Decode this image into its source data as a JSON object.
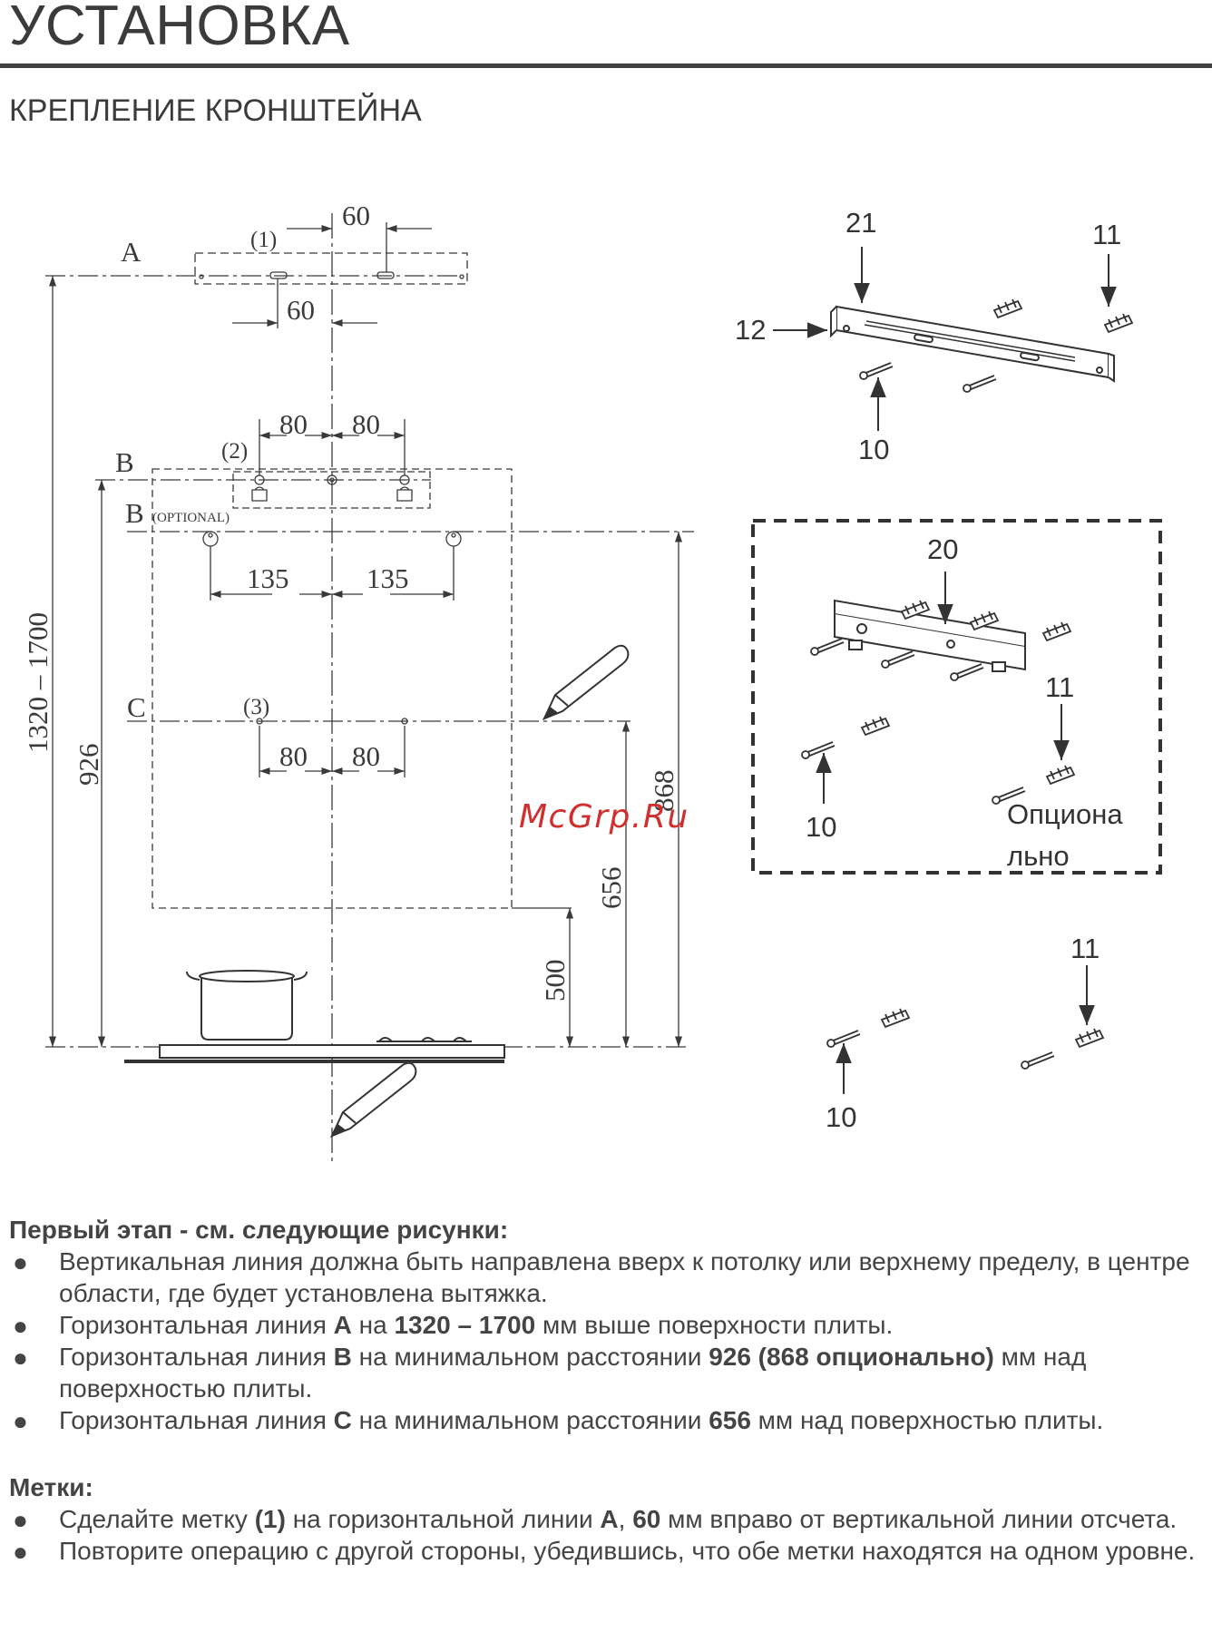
{
  "page": {
    "title": "УСТАНОВКА",
    "subtitle": "КРЕПЛЕНИЕ КРОНШТЕЙНА"
  },
  "drawing_left": {
    "line_labels": {
      "a": "A",
      "b": "B",
      "b_opt": "B",
      "b_opt_note": "(OPTIONAL)",
      "c": "C"
    },
    "marks": {
      "m1": "(1)",
      "m2": "(2)",
      "m3": "(3)"
    },
    "dims": {
      "d60_top": "60",
      "d60_bottom": "60",
      "d80_b_left": "80",
      "d80_b_right": "80",
      "d135_left": "135",
      "d135_right": "135",
      "d80_c_left": "80",
      "d80_c_right": "80",
      "d1320_1700": "1320 – 1700",
      "d926": "926",
      "d868": "868",
      "d656": "656",
      "d500": "500"
    }
  },
  "drawing_right": {
    "top_parts": {
      "p21": "21",
      "p11": "11",
      "p12": "12",
      "p10": "10"
    },
    "optional_box": {
      "p20": "20",
      "p11": "11",
      "p10": "10",
      "note_line1": "Опциона",
      "note_line2": "льно"
    },
    "bottom_parts": {
      "p11": "11",
      "p10": "10"
    }
  },
  "watermark": "McGrp.Ru",
  "steps": {
    "heading": "Первый этап - см. следующие рисунки:",
    "items": [
      {
        "t1": "Вертикальная линия должна быть направлена вверх к потолку или верхнему пределу, в центре области, где будет установлена вытяжка."
      },
      {
        "t1": "Горизонтальная линия ",
        "b1": "A",
        "t2": " на ",
        "b2": "1320 – 1700",
        "t3": " мм выше поверхности плиты."
      },
      {
        "t1": "Горизонтальная линия ",
        "b1": "B",
        "t2": " на минимальном расстоянии ",
        "b2": "926 (868 опционально)",
        "t3": " мм над поверхностью плиты."
      },
      {
        "t1": "Горизонтальная линия ",
        "b1": "C",
        "t2": " на минимальном расстоянии ",
        "b2": "656",
        "t3": " мм над поверхностью плиты."
      }
    ]
  },
  "marks_section": {
    "heading": "Метки:",
    "items": [
      {
        "t1": "Сделайте метку ",
        "b1": "(1)",
        "t2": " на горизонтальной линии ",
        "b2": "A",
        "t3": ", ",
        "b3": "60",
        "t4": " мм вправо от вертикальной линии отсчета."
      },
      {
        "t1": "Повторите операцию с другой стороны, убедившись, что обе метки находятся на одном уровне."
      }
    ]
  },
  "bullet_char": "●",
  "colors": {
    "text": "#444444",
    "line": "#3a3a3a",
    "watermark": "#d12e2e"
  }
}
